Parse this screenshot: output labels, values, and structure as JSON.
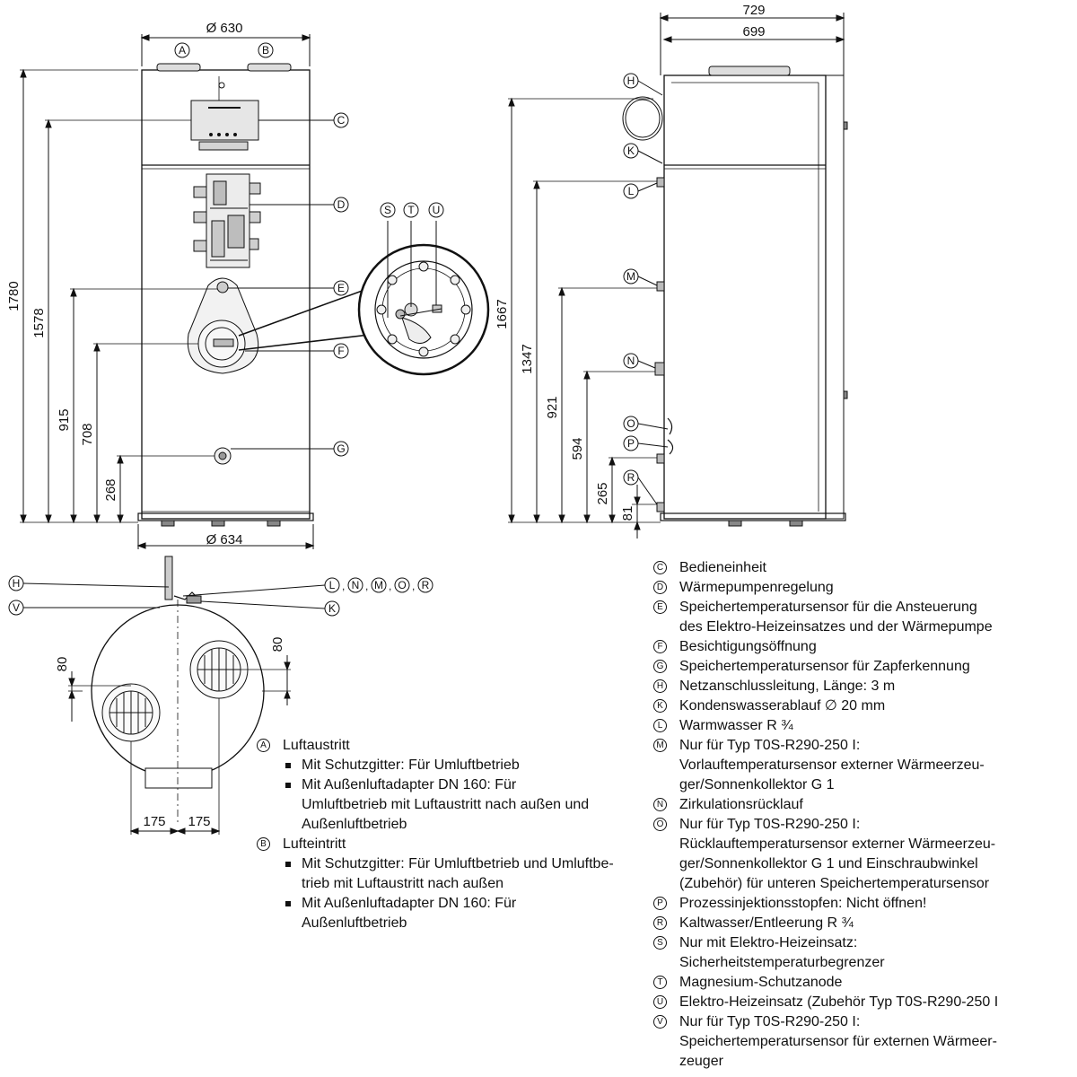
{
  "front_view": {
    "dims": {
      "diameter_top": "Ø 630",
      "diameter_bottom": "Ø 634",
      "h1780": "1780",
      "h1578": "1578",
      "h915": "915",
      "h708": "708",
      "h268": "268"
    },
    "callouts": {
      "A": "A",
      "B": "B",
      "C": "C",
      "D": "D",
      "E": "E",
      "F": "F",
      "G": "G"
    },
    "detail_callouts": {
      "S": "S",
      "T": "T",
      "U": "U"
    }
  },
  "side_view": {
    "dims": {
      "w729": "729",
      "w699": "699",
      "h1667": "1667",
      "h1347": "1347",
      "h921": "921",
      "h594": "594",
      "h265": "265",
      "h81": "81"
    },
    "callouts": {
      "H": "H",
      "K": "K",
      "L": "L",
      "M": "M",
      "N": "N",
      "O": "O",
      "P": "P",
      "R": "R"
    }
  },
  "top_view": {
    "dims": {
      "d80_left": "80",
      "d80_right": "80",
      "d175_left": "175",
      "d175_right": "175"
    },
    "callouts": {
      "H": "H",
      "V": "V",
      "K": "K"
    },
    "group_label": ",  ,  ,  ,",
    "group_letters": [
      "L",
      "N",
      "M",
      "O",
      "R"
    ]
  },
  "legend_left": [
    {
      "key": "A",
      "text": "Luftaustritt",
      "bullets": [
        {
          "lines": [
            "Mit Schutzgitter: Für Umluftbetrieb"
          ]
        },
        {
          "lines": [
            "Mit Außenluftadapter DN 160: Für",
            "Umluftbetrieb mit Luftaustritt nach außen und",
            "Außenluftbetrieb"
          ]
        }
      ]
    },
    {
      "key": "B",
      "text": "Lufteintritt",
      "bullets": [
        {
          "lines": [
            "Mit Schutzgitter: Für Umluftbetrieb und Umluftbe-",
            "trieb mit Luftaustritt nach außen"
          ]
        },
        {
          "lines": [
            "Mit Außenluftadapter DN 160: Für",
            "Außenluftbetrieb"
          ]
        }
      ]
    }
  ],
  "legend_right": [
    {
      "key": "C",
      "lines": [
        "Bedieneinheit"
      ]
    },
    {
      "key": "D",
      "lines": [
        "Wärmepumpenregelung"
      ]
    },
    {
      "key": "E",
      "lines": [
        "Speichertemperatursensor für die Ansteuerung",
        "des Elektro-Heizeinsatzes und der Wärmepumpe"
      ]
    },
    {
      "key": "F",
      "lines": [
        "Besichtigungsöffnung"
      ]
    },
    {
      "key": "G",
      "lines": [
        "Speichertemperatursensor für Zapferkennung"
      ]
    },
    {
      "key": "H",
      "lines": [
        "Netzanschlussleitung, Länge: 3 m"
      ]
    },
    {
      "key": "K",
      "lines": [
        "Kondenswasserablauf ∅ 20 mm"
      ]
    },
    {
      "key": "L",
      "lines": [
        "Warmwasser R ¾"
      ]
    },
    {
      "key": "M",
      "lines": [
        "Nur für Typ T0S-R290-250 I:",
        "Vorlauftemperatursensor externer Wärmeerzeu-",
        "ger/Sonnenkollektor G 1"
      ]
    },
    {
      "key": "N",
      "lines": [
        "Zirkulationsrücklauf"
      ]
    },
    {
      "key": "O",
      "lines": [
        "Nur für Typ T0S-R290-250 I:",
        "Rücklauftemperatursensor externer Wärmeerzeu-",
        "ger/Sonnenkollektor G 1 und Einschraubwinkel",
        "(Zubehör) für unteren Speichertemperatursensor"
      ]
    },
    {
      "key": "P",
      "lines": [
        "Prozessinjektionsstopfen: Nicht öffnen!"
      ]
    },
    {
      "key": "R",
      "lines": [
        "Kaltwasser/Entleerung R ¾"
      ]
    },
    {
      "key": "S",
      "lines": [
        "Nur mit Elektro-Heizeinsatz:",
        "Sicherheitstemperaturbegrenzer"
      ]
    },
    {
      "key": "T",
      "lines": [
        "Magnesium-Schutzanode"
      ]
    },
    {
      "key": "U",
      "lines": [
        "Elektro-Heizeinsatz (Zubehör Typ T0S-R290-250 I"
      ]
    },
    {
      "key": "V",
      "lines": [
        "Nur für Typ T0S-R290-250 I:",
        "Speichertemperatursensor für externen Wärmeer-",
        "zeuger"
      ]
    }
  ]
}
